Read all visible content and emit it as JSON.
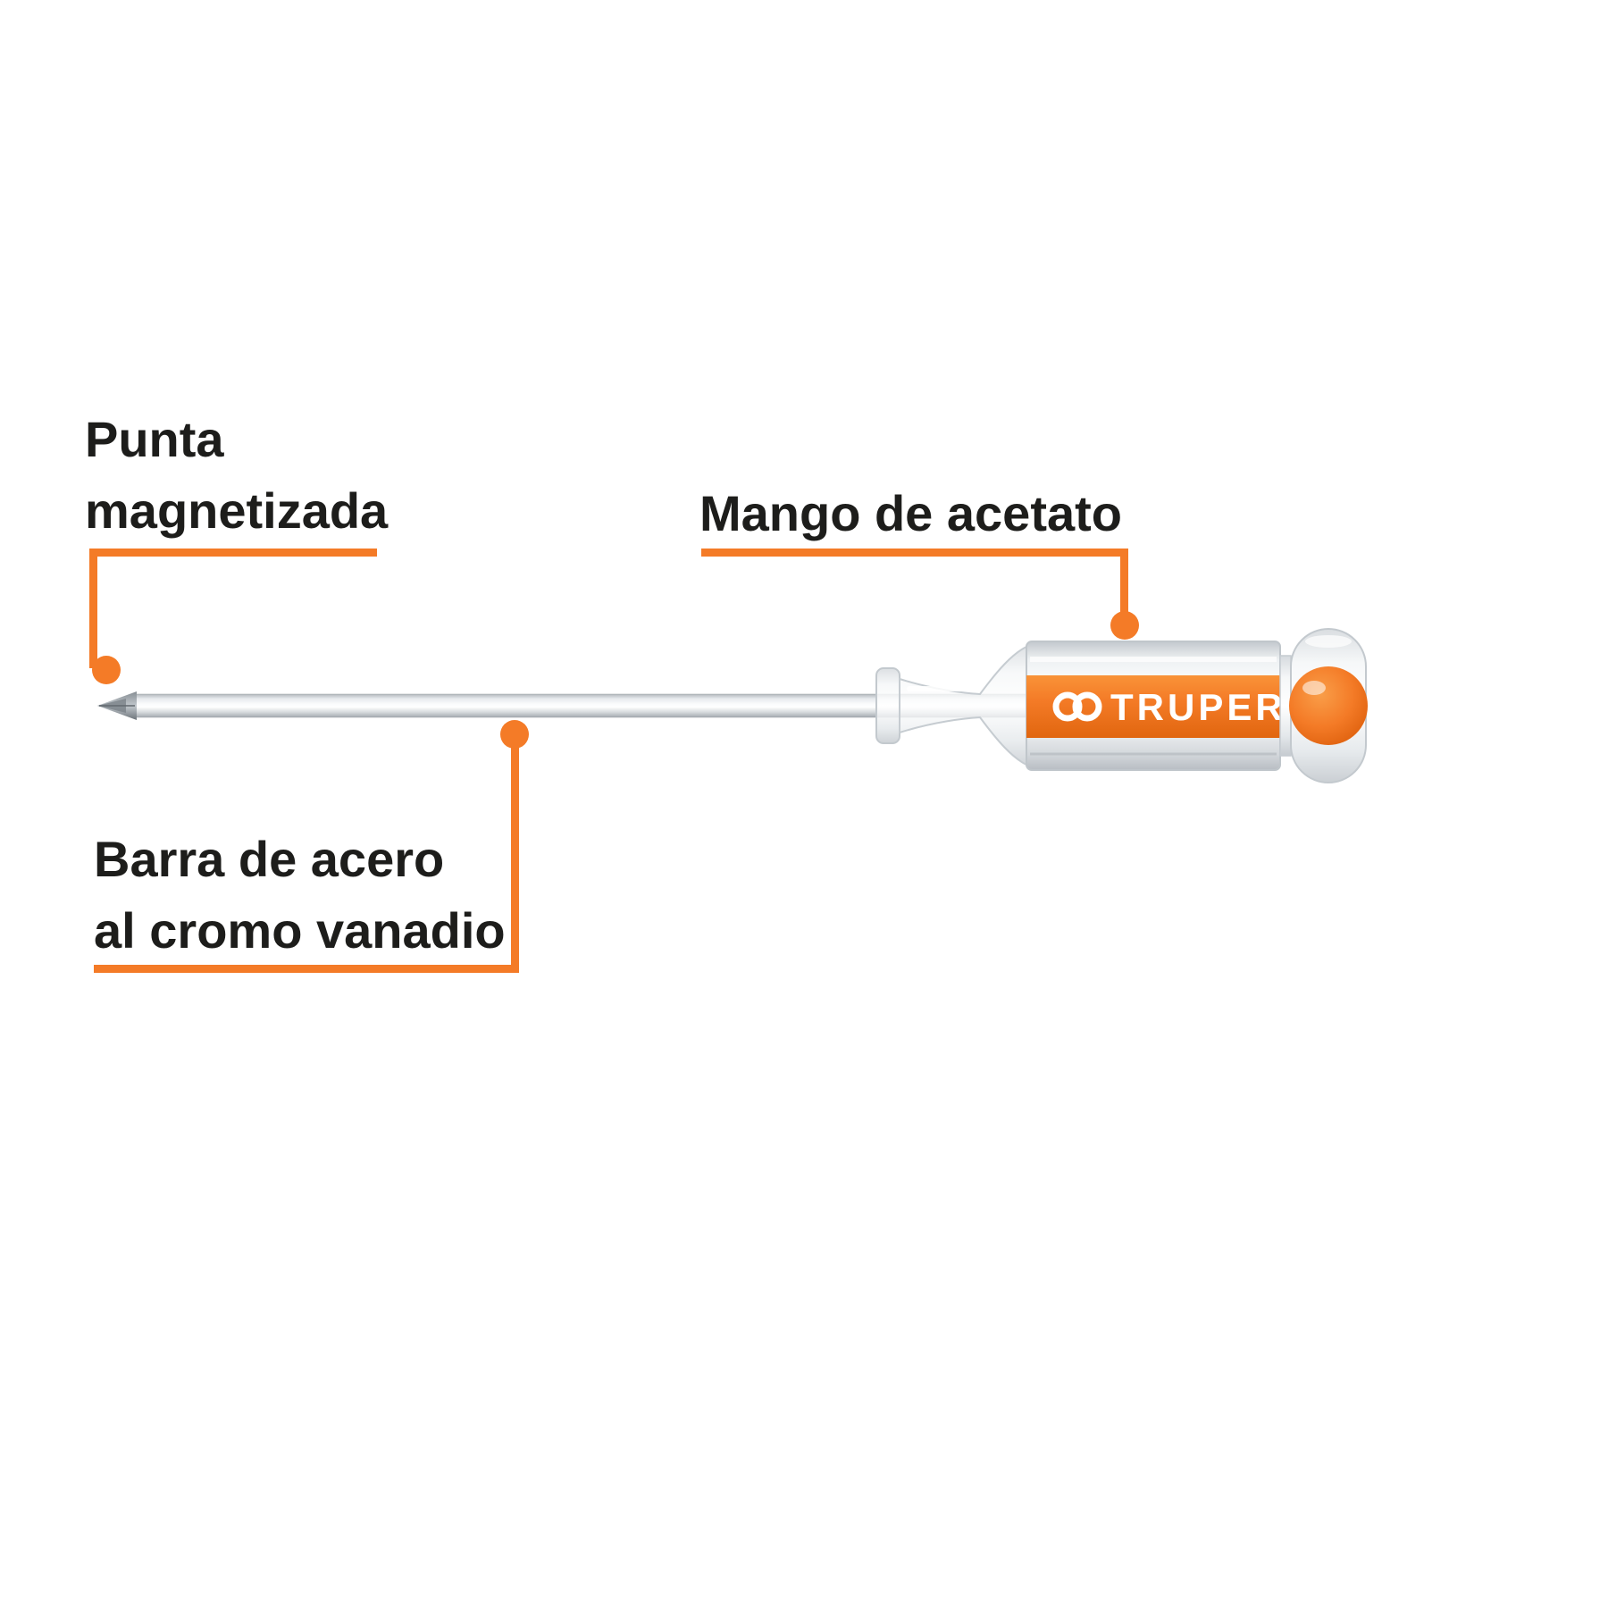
{
  "annotations": {
    "tip": {
      "line1": "Punta",
      "line2": "magnetizada"
    },
    "handle": {
      "label": "Mango de acetato"
    },
    "shaft": {
      "line1": "Barra de acero",
      "line2": "al cromo vanadio"
    }
  },
  "brand": {
    "name": "TRUPER"
  },
  "colors": {
    "accent": "#f47b27",
    "text": "#1d1d1b"
  }
}
